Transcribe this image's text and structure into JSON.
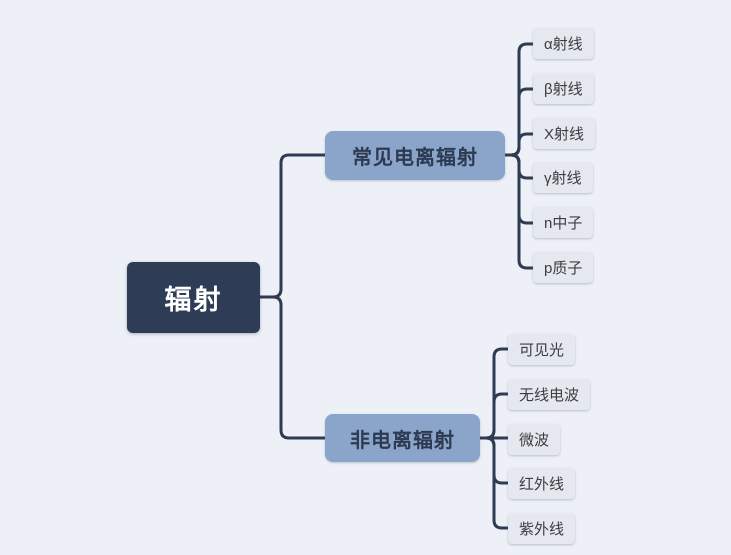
{
  "title": "辐射 mind map",
  "colors": {
    "background": "#edf1f7",
    "root_bg": "#2e3d55",
    "root_text": "#ffffff",
    "branch_bg": "#8ba4c9",
    "branch_text": "#2c3a52",
    "leaf_bg": "#e5e8ee",
    "leaf_text": "#3a3d42",
    "connector": "#2e3b52"
  },
  "root": {
    "label": "辐射"
  },
  "branches": [
    {
      "label": "常见电离辐射",
      "children": [
        {
          "label": "α射线"
        },
        {
          "label": "β射线"
        },
        {
          "label": "X射线"
        },
        {
          "label": "γ射线"
        },
        {
          "label": "n中子"
        },
        {
          "label": "p质子"
        }
      ]
    },
    {
      "label": "非电离辐射",
      "children": [
        {
          "label": "可见光"
        },
        {
          "label": "无线电波"
        },
        {
          "label": "微波"
        },
        {
          "label": "红外线"
        },
        {
          "label": "紫外线"
        }
      ]
    }
  ]
}
